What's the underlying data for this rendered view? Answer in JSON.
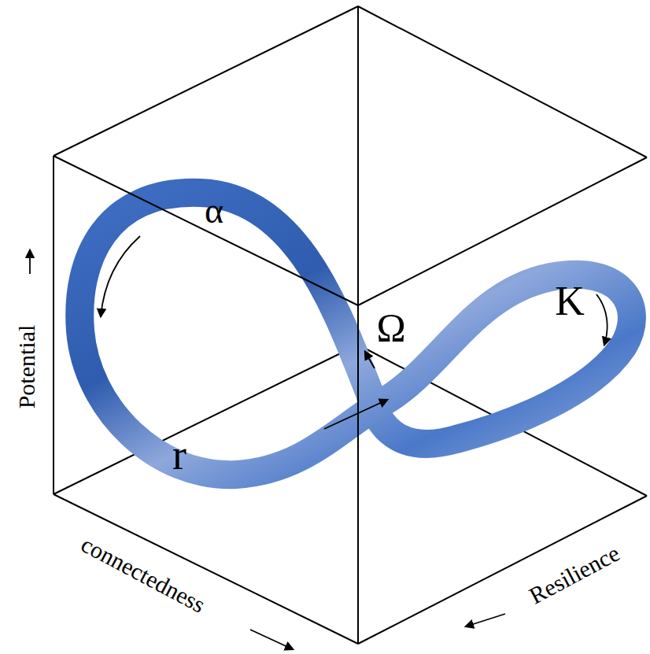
{
  "diagram": {
    "labels": [
      "α",
      "r",
      "Ω",
      "K",
      "Potential",
      "connectedness",
      "Resilience"
    ]
  }
}
